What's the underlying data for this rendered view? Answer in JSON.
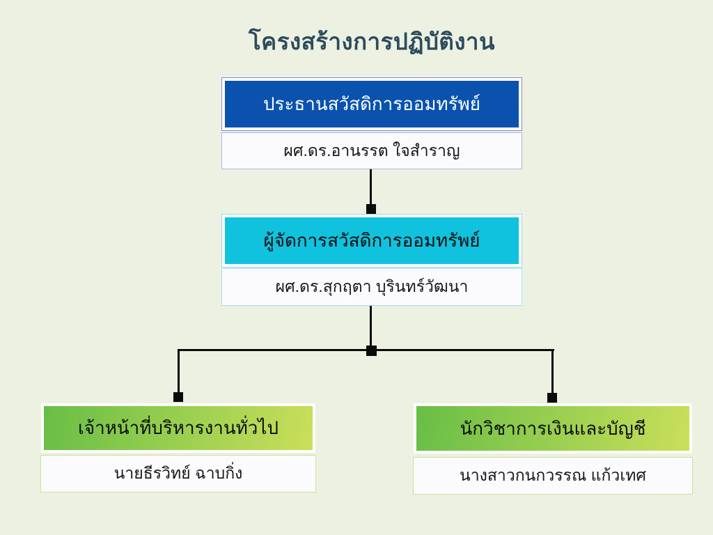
{
  "page": {
    "background_color": "#edf1e2",
    "title": "โครงสร้างการปฏิบัติงาน",
    "title_color": "#2d4c5c"
  },
  "org_chart": {
    "connector_color": "#0b0b0b",
    "nodes": [
      {
        "id": "chairman",
        "role": "ประธานสวัสดิการออมทรัพย์",
        "person": "ผศ.ดร.อานรรต ใจสำราญ",
        "header_bg": "#0a52ae",
        "header_text_color": "#ffffff",
        "header_border_color": "#8585dc",
        "name_border_color": "#a9b6ea"
      },
      {
        "id": "manager",
        "role": "ผู้จัดการสวัสดิการออมทรัพย์",
        "person": "ผศ.ดร.สุกฤตา บุรินทร์วัฒนา",
        "header_bg": "#10c2de",
        "header_text_color": "#0c0c0c",
        "header_border_color": "#8edcee",
        "name_border_color": "#9fe2f0"
      },
      {
        "id": "general-admin-officer",
        "role": "เจ้าหน้าที่บริหารงานทั่วไป",
        "person": "นายธีรวิทย์ ฉาบกิ่ง",
        "header_bg": "linear-gradient(100deg, #68be46, #cadf5a)",
        "header_text_color": "#0c0c0c",
        "header_border_color": "#e9f2dc",
        "name_border_color": "#cbe09a"
      },
      {
        "id": "finance-accounting-officer",
        "role": "นักวิชาการเงินและบัญชี",
        "person": "นางสาวกนกวรรณ แก้วเทศ",
        "header_bg": "linear-gradient(100deg, #68be46, #cadf5a)",
        "header_text_color": "#0c0c0c",
        "header_border_color": "#e9f2dc",
        "name_border_color": "#cbe09a"
      }
    ]
  }
}
